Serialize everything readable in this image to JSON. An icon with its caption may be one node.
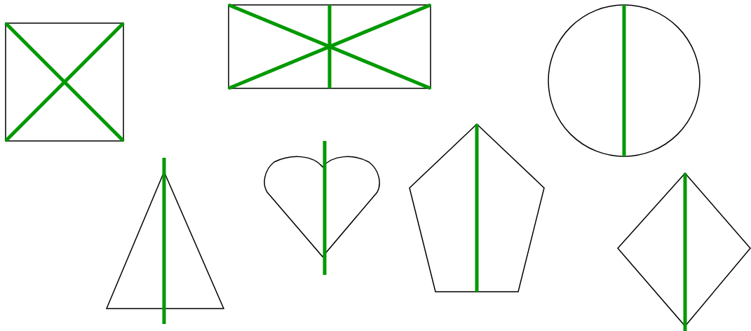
{
  "diagram": {
    "nodes": [
      {
        "text": [],
        "shape": "box"
      },
      {
        "text": [],
        "shape": "box"
      },
      {
        "text": [],
        "shape": "circle"
      },
      {
        "text": [],
        "shape": "triangle"
      },
      {
        "text": [],
        "shape": "heart"
      },
      {
        "text": [],
        "shape": "pentagon"
      },
      {
        "text": [],
        "shape": "diamond"
      }
    ]
  }
}
